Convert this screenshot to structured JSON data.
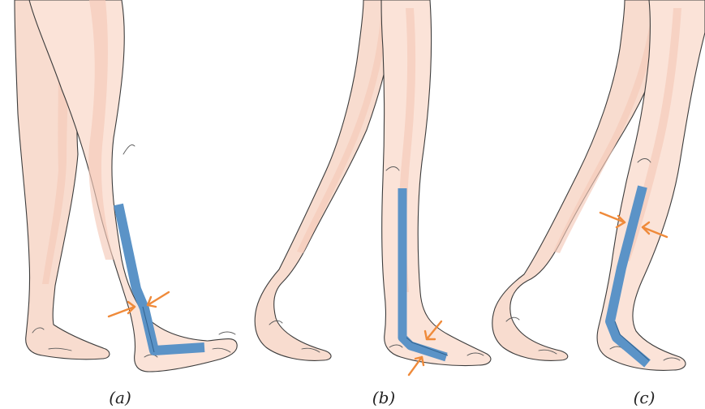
{
  "figure": {
    "panels": [
      {
        "id": "a",
        "caption": "(a)"
      },
      {
        "id": "b",
        "caption": "(b)"
      },
      {
        "id": "c",
        "caption": "(c)"
      }
    ],
    "colors": {
      "skin": "#fbe3d8",
      "skin_shade": "#f4c9b8",
      "outline": "#3c3c3c",
      "tape": "#5b93c7",
      "arrow": "#ef8a3a"
    }
  }
}
